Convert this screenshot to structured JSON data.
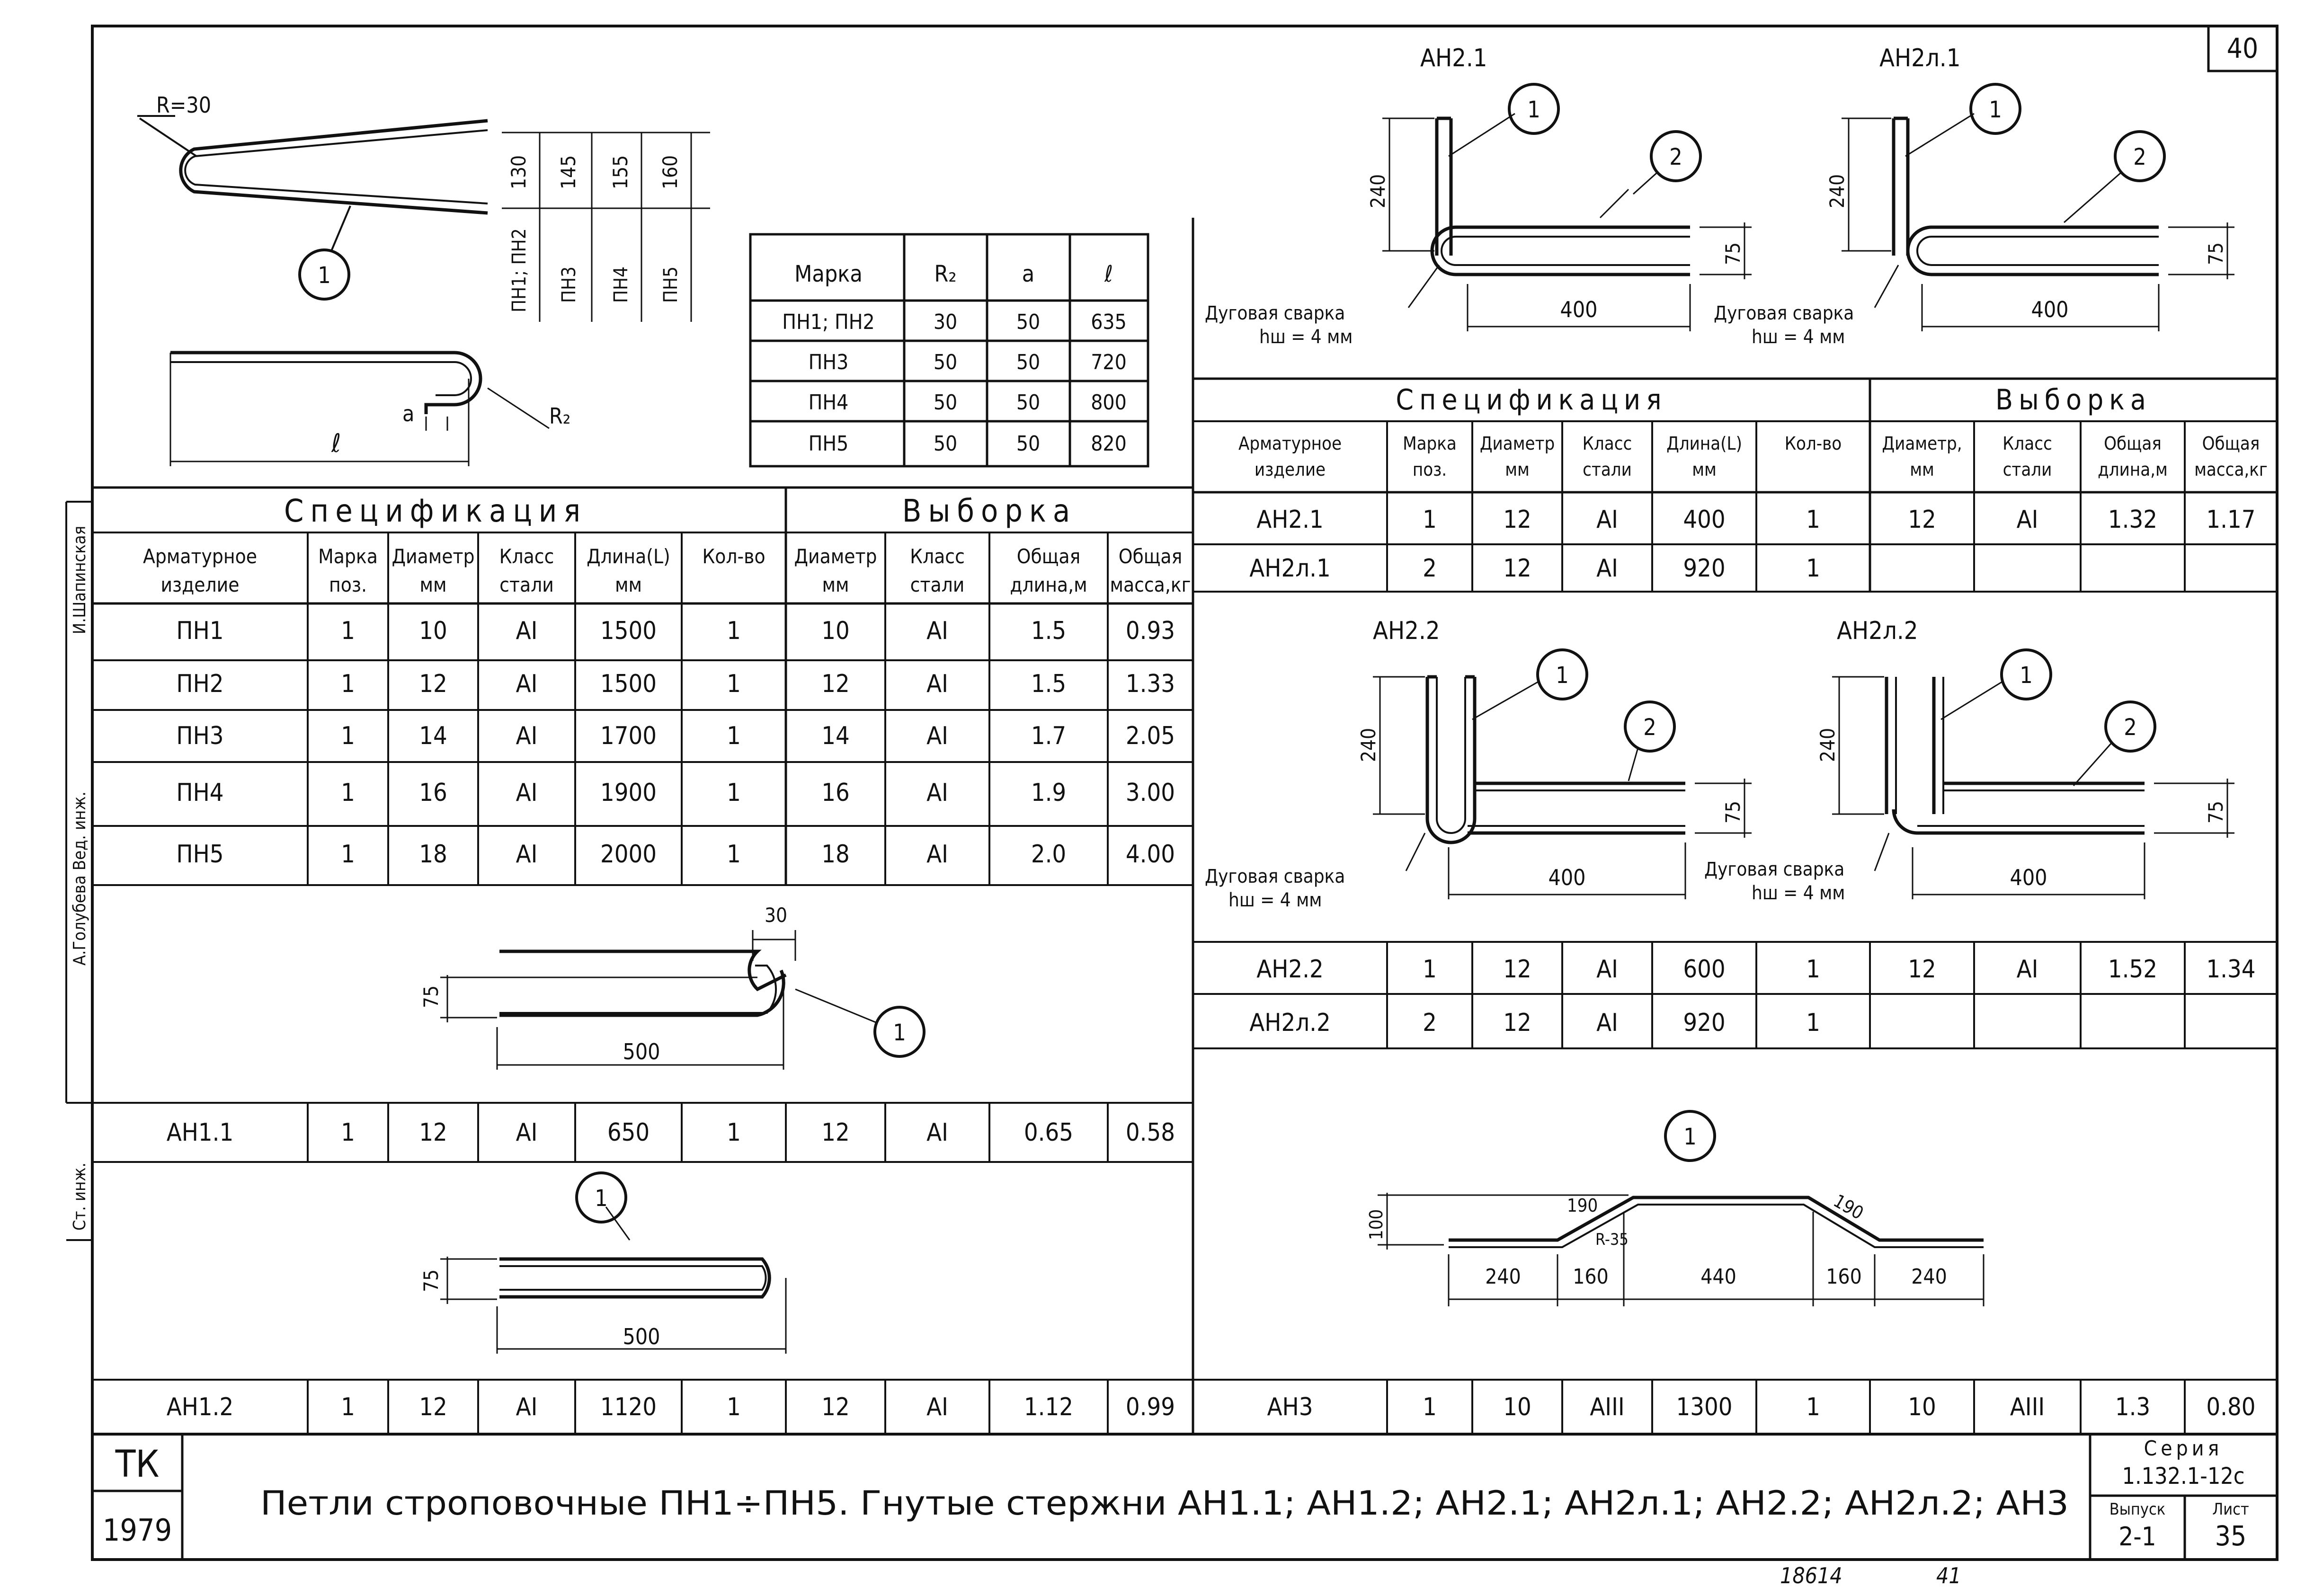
{
  "sheet_number": "40",
  "bottom_note": "18614",
  "bottom_note2": "41",
  "side_stamps": [
    "И.Шапинская",
    "Ст. инж.",
    "А.Голубева Вед. инж."
  ],
  "title_block": {
    "organization": "ТК",
    "year": "1979",
    "title": "Петли строповочные ПН1÷ПН5. Гнутые стержни АН1.1; АН1.2; АН2.1; АН2л.1; АН2.2; АН2л.2; АН3",
    "series_label": "Серия",
    "series": "1.132.1-12с",
    "issue_label": "Выпуск",
    "issue": "2-1",
    "sheet_label": "Лист",
    "sheet": "35"
  },
  "pn_drawing": {
    "radius_label": "R=30",
    "position": "1",
    "heights": [
      "130",
      "145",
      "155",
      "160"
    ],
    "marks": [
      "ПН1; ПН2",
      "ПН3",
      "ПН4",
      "ПН5"
    ],
    "lower_labels": {
      "a": "a",
      "r": "R₂",
      "l": "ℓ"
    }
  },
  "pn_param_table": {
    "headers": [
      "Марка",
      "R₂",
      "a",
      "ℓ"
    ],
    "rows": [
      [
        "ПН1; ПН2",
        "30",
        "50",
        "635"
      ],
      [
        "ПН3",
        "50",
        "50",
        "720"
      ],
      [
        "ПН4",
        "50",
        "50",
        "800"
      ],
      [
        "ПН5",
        "50",
        "50",
        "820"
      ]
    ]
  },
  "spec_left": {
    "spec_title": "Спецификация",
    "selection_title": "Выборка",
    "headers": [
      [
        "Арматурное",
        "изделие"
      ],
      [
        "Марка",
        "поз."
      ],
      [
        "Диаметр",
        "мм"
      ],
      [
        "Класс",
        "стали"
      ],
      [
        "Длина(L)",
        "мм"
      ],
      [
        "Кол-во",
        ""
      ],
      [
        "Диаметр",
        "мм"
      ],
      [
        "Класс",
        "стали"
      ],
      [
        "Общая",
        "длина,м"
      ],
      [
        "Общая",
        "масса,кг"
      ]
    ],
    "rows": [
      [
        "ПН1",
        "1",
        "10",
        "AI",
        "1500",
        "1",
        "10",
        "AI",
        "1.5",
        "0.93"
      ],
      [
        "ПН2",
        "1",
        "12",
        "AI",
        "1500",
        "1",
        "12",
        "AI",
        "1.5",
        "1.33"
      ],
      [
        "ПН3",
        "1",
        "14",
        "AI",
        "1700",
        "1",
        "14",
        "AI",
        "1.7",
        "2.05"
      ],
      [
        "ПН4",
        "1",
        "16",
        "AI",
        "1900",
        "1",
        "16",
        "AI",
        "1.9",
        "3.00"
      ],
      [
        "ПН5",
        "1",
        "18",
        "AI",
        "2000",
        "1",
        "18",
        "AI",
        "2.0",
        "4.00"
      ]
    ]
  },
  "an11": {
    "dim_top": "30",
    "dim_height": "75",
    "dim_length": "500",
    "position": "1",
    "row": [
      "АН1.1",
      "1",
      "12",
      "AI",
      "650",
      "1",
      "12",
      "AI",
      "0.65",
      "0.58"
    ]
  },
  "an12": {
    "dim_height": "75",
    "dim_length": "500",
    "position": "1",
    "row": [
      "АН1.2",
      "1",
      "12",
      "AI",
      "1120",
      "1",
      "12",
      "AI",
      "1.12",
      "0.99"
    ]
  },
  "an2_top": {
    "left_title": "АН2.1",
    "right_title": "АН2л.1",
    "height": "240",
    "offset": "75",
    "length": "400",
    "weld": "Дуговая сварка",
    "weld_size": "hш = 4 мм",
    "positions": [
      "1",
      "2"
    ]
  },
  "spec_right": {
    "spec_title": "Спецификация",
    "selection_title": "Выборка",
    "headers": [
      [
        "Арматурное",
        "изделие"
      ],
      [
        "Марка",
        "поз."
      ],
      [
        "Диаметр",
        "мм"
      ],
      [
        "Класс",
        "стали"
      ],
      [
        "Длина(L)",
        "мм"
      ],
      [
        "Кол-во",
        ""
      ],
      [
        "Диаметр,",
        "мм"
      ],
      [
        "Класс",
        "стали"
      ],
      [
        "Общая",
        "длина,м"
      ],
      [
        "Общая",
        "масса,кг"
      ]
    ],
    "rows_an21": [
      [
        "АН2.1",
        "1",
        "12",
        "AI",
        "400",
        "1",
        "12",
        "AI",
        "1.32",
        "1.17"
      ],
      [
        "АН2л.1",
        "2",
        "12",
        "AI",
        "920",
        "1",
        "",
        "",
        "",
        ""
      ]
    ],
    "rows_an22": [
      [
        "АН2.2",
        "1",
        "12",
        "AI",
        "600",
        "1",
        "12",
        "AI",
        "1.52",
        "1.34"
      ],
      [
        "АН2л.2",
        "2",
        "12",
        "AI",
        "920",
        "1",
        "",
        "",
        "",
        ""
      ]
    ]
  },
  "an2_mid": {
    "left_title": "АН2.2",
    "right_title": "АН2л.2",
    "height": "240",
    "offset": "75",
    "length": "400",
    "weld": "Дуговая сварка",
    "weld_size": "hш = 4 мм",
    "positions": [
      "1",
      "2"
    ]
  },
  "an3": {
    "position": "1",
    "rise": "100",
    "slope": "190",
    "slope2": "190",
    "radius": "R-35",
    "segments": [
      "240",
      "160",
      "440",
      "160",
      "240"
    ],
    "row": [
      "АН3",
      "1",
      "10",
      "AIII",
      "1300",
      "1",
      "10",
      "AIII",
      "1.3",
      "0.80"
    ]
  }
}
